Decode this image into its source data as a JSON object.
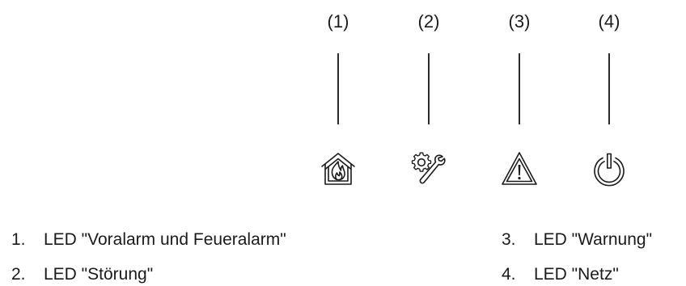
{
  "callouts": [
    {
      "number": "(1)",
      "icon": "fire-alarm-house-icon"
    },
    {
      "number": "(2)",
      "icon": "gear-wrench-icon"
    },
    {
      "number": "(3)",
      "icon": "warning-triangle-icon"
    },
    {
      "number": "(4)",
      "icon": "power-icon"
    }
  ],
  "legend": [
    {
      "num": "1.",
      "text": "LED \"Voralarm und Feueralarm\""
    },
    {
      "num": "2.",
      "text": "LED \"Störung\""
    },
    {
      "num": "3.",
      "text": "LED \"Warnung\""
    },
    {
      "num": "4.",
      "text": "LED \"Netz\""
    }
  ]
}
